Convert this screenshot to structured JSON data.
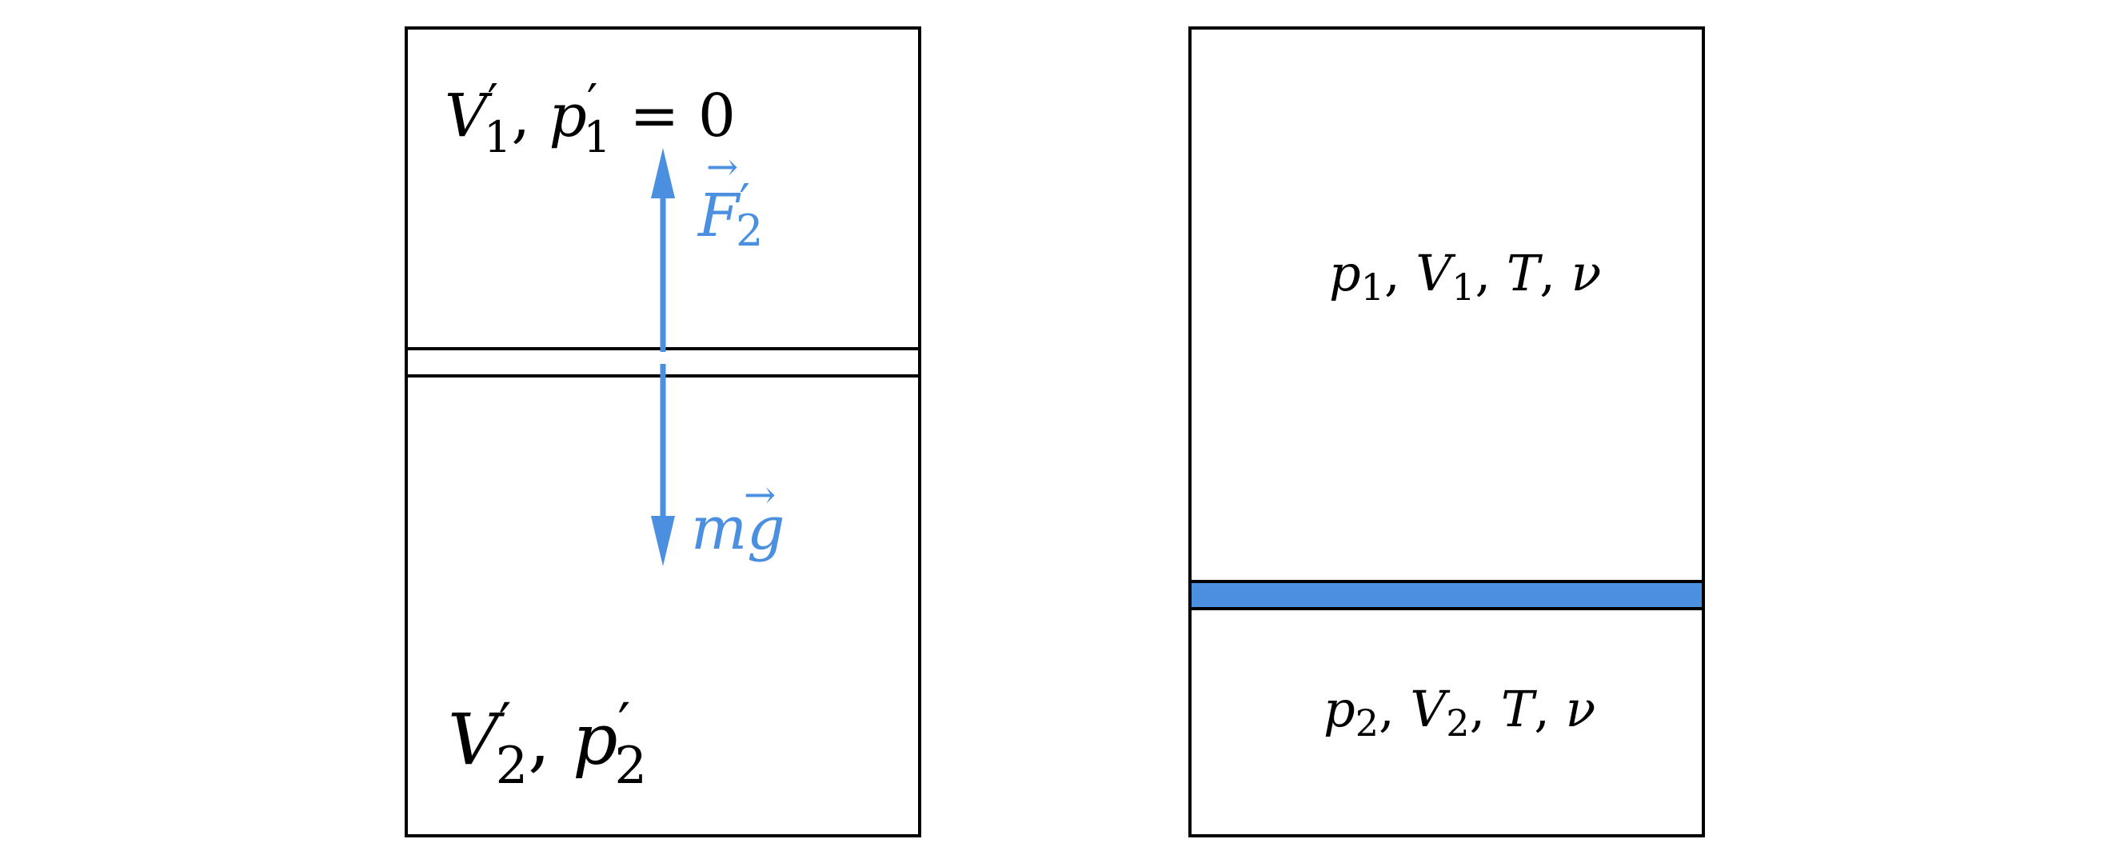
{
  "colors": {
    "outline": "#000000",
    "accent": "#4a8fe0",
    "background": "#ffffff"
  },
  "left_vessel": {
    "top_gas": {
      "volume_symbol": "V",
      "volume_prime": "′",
      "volume_sub": "1",
      "sep": ", ",
      "pressure_symbol": "p",
      "pressure_prime": "′",
      "pressure_sub": "1",
      "equals": " = 0"
    },
    "bottom_gas": {
      "volume_symbol": "V",
      "volume_prime": "′",
      "volume_sub": "2",
      "sep": ", ",
      "pressure_symbol": "p",
      "pressure_prime": "′",
      "pressure_sub": "2"
    },
    "force_up": {
      "symbol": "F",
      "prime": "′",
      "sub": "2",
      "vector_arrow": "→"
    },
    "force_down": {
      "mass": "m",
      "g": "g",
      "vector_arrow": "→"
    }
  },
  "right_vessel": {
    "top_gas": {
      "p": "p",
      "p_sub": "1",
      "sep1": ", ",
      "V": "V",
      "V_sub": "1",
      "sep2": ", ",
      "T": "T",
      "sep3": ", ",
      "nu": "ν"
    },
    "bottom_gas": {
      "p": "p",
      "p_sub": "2",
      "sep1": ", ",
      "V": "V",
      "V_sub": "2",
      "sep2": ", ",
      "T": "T",
      "sep3": ", ",
      "nu": "ν"
    }
  }
}
